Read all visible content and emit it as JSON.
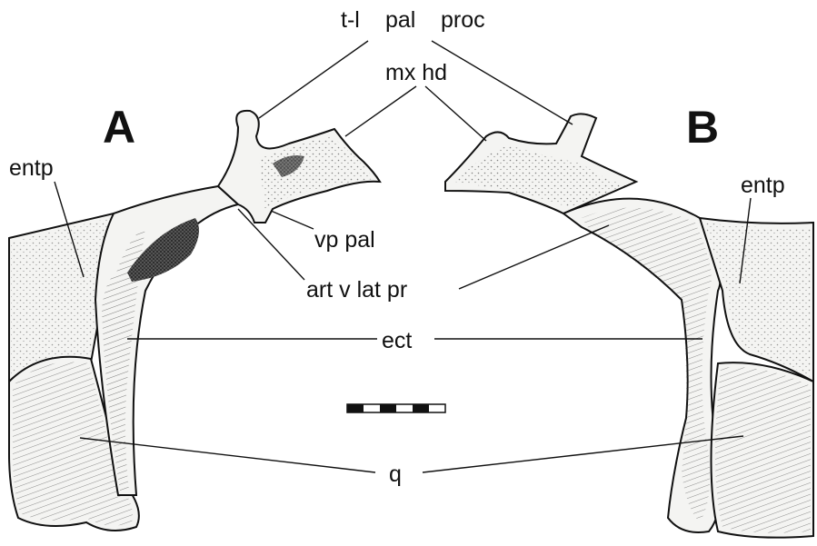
{
  "figure": {
    "panels": {
      "a": "A",
      "b": "B"
    },
    "labels": {
      "t_l": "t-l",
      "pal": "pal",
      "proc": "proc",
      "mx_hd": "mx hd",
      "entp_left": "entp",
      "entp_right": "entp",
      "vp_pal": "vp pal",
      "art_v_lat_pr": "art v lat pr",
      "ect": "ect",
      "q": "q"
    },
    "colors": {
      "ink": "#111111",
      "paper": "#ffffff",
      "bone": "#f4f4f2"
    }
  }
}
